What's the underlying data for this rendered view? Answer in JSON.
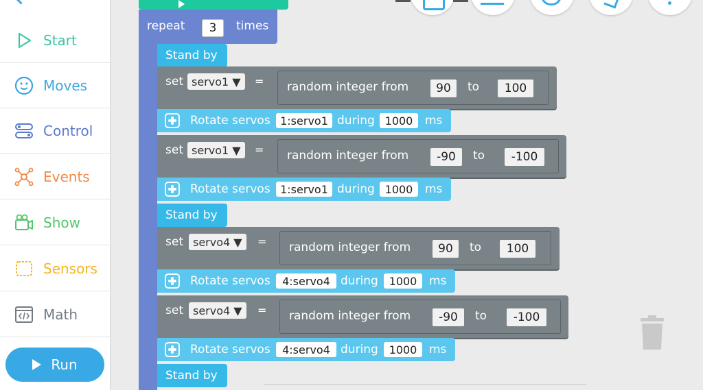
{
  "sidebar": {
    "items": [
      {
        "label": "Start",
        "icon": "play-outline-icon",
        "color": "#3cc6a5"
      },
      {
        "label": "Moves",
        "icon": "smiley-icon",
        "color": "#3aa7e0"
      },
      {
        "label": "Control",
        "icon": "toggle-icon",
        "color": "#5b7cc8"
      },
      {
        "label": "Events",
        "icon": "network-icon",
        "color": "#f08a46"
      },
      {
        "label": "Show",
        "icon": "camera-icon",
        "color": "#53c56a"
      },
      {
        "label": "Sensors",
        "icon": "sensor-icon",
        "color": "#f5b521"
      },
      {
        "label": "Math",
        "icon": "code-icon",
        "color": "#737b82"
      }
    ],
    "run_label": "Run"
  },
  "program": {
    "repeat_label": "repeat",
    "repeat_count": "3",
    "times_label": "times",
    "standby_label": "Stand by",
    "set_label": "set",
    "equals": "=",
    "random_label": "random integer from",
    "to_label": "to",
    "rotate_label": "Rotate servos",
    "during_label": "during",
    "ms_label": "ms",
    "sets": [
      {
        "servo": "servo1 ▼",
        "from": "90",
        "to": "100"
      },
      {
        "servo": "servo1 ▼",
        "from": "-90",
        "to": "-100"
      },
      {
        "servo": "servo4 ▼",
        "from": "90",
        "to": "100"
      },
      {
        "servo": "servo4 ▼",
        "from": "-90",
        "to": "-100"
      }
    ],
    "rotates": [
      {
        "target": "1:servo1",
        "duration": "1000"
      },
      {
        "target": "1:servo1",
        "duration": "1000"
      },
      {
        "target": "4:servo4",
        "duration": "1000"
      },
      {
        "target": "4:servo4",
        "duration": "1000"
      }
    ]
  },
  "colors": {
    "repeat": "#6b85d1",
    "standby": "#36b8e9",
    "set": "#7a8388",
    "rotate": "#5bc7ee",
    "run": "#38a9e4"
  }
}
